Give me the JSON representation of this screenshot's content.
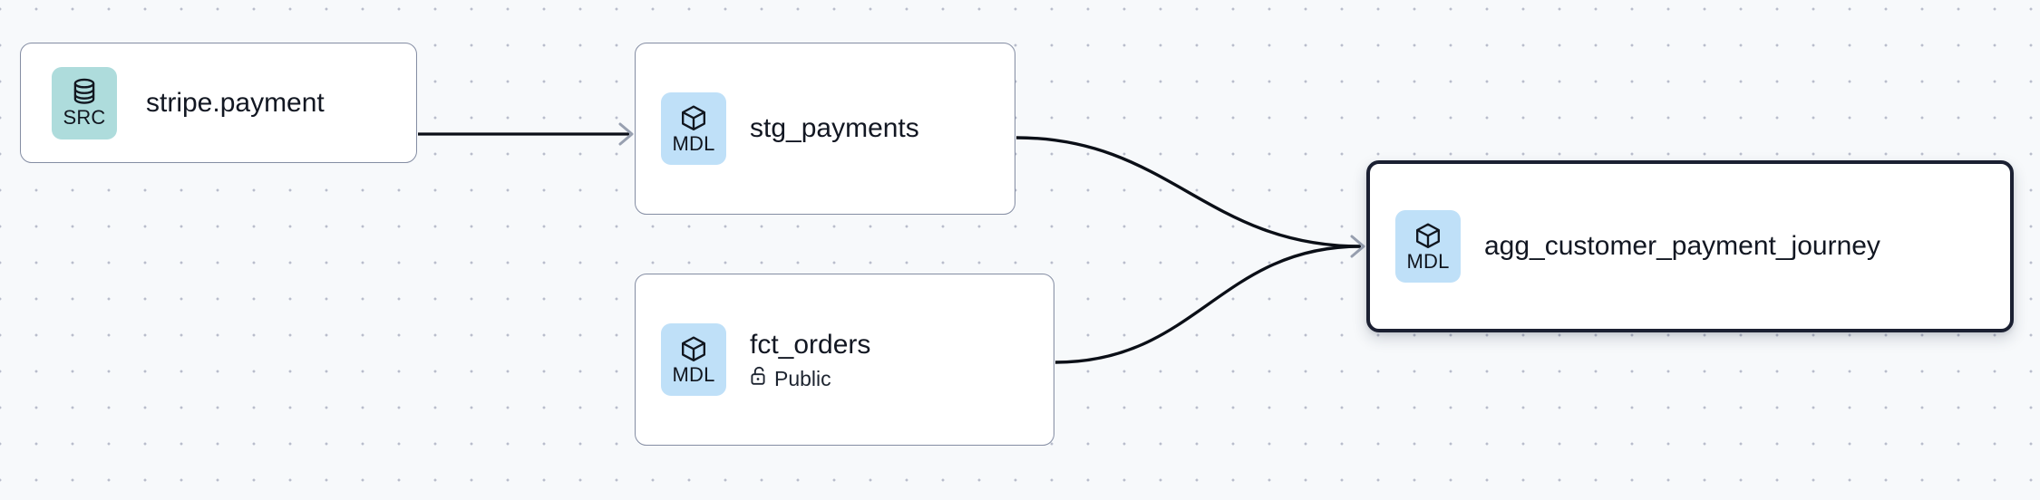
{
  "graph": {
    "type": "lineage-dag",
    "background": "#f7f9fb",
    "grid": "dotted",
    "nodes": [
      {
        "id": "stripe-payment",
        "title": "stripe.payment",
        "badge_label": "SRC",
        "badge_icon": "database-icon",
        "badge_color": "#aedcdc",
        "selected": false,
        "meta": null
      },
      {
        "id": "stg-payments",
        "title": "stg_payments",
        "badge_label": "MDL",
        "badge_icon": "cube-icon",
        "badge_color": "#bfe0f8",
        "selected": false,
        "meta": null
      },
      {
        "id": "fct-orders",
        "title": "fct_orders",
        "badge_label": "MDL",
        "badge_icon": "cube-icon",
        "badge_color": "#bfe0f8",
        "selected": false,
        "meta": {
          "icon": "unlock-icon",
          "label": "Public"
        }
      },
      {
        "id": "agg-customer-payment-journey",
        "title": "agg_customer_payment_journey",
        "badge_label": "MDL",
        "badge_icon": "cube-icon",
        "badge_color": "#bfe0f8",
        "selected": true,
        "meta": null
      }
    ],
    "edges": [
      {
        "from": "stripe-payment",
        "to": "stg-payments",
        "style": "straight",
        "arrow": "chevron"
      },
      {
        "from": "stg-payments",
        "to": "agg-customer-payment-journey",
        "style": "bezier",
        "arrow": "chevron"
      },
      {
        "from": "fct-orders",
        "to": "agg-customer-payment-journey",
        "style": "bezier",
        "arrow": "chevron"
      }
    ],
    "colors": {
      "edge": "#0b0f17",
      "arrow": "#98a0b0",
      "node_border": "#848da3",
      "selected_border": "#1b2032",
      "node_fill": "#ffffff",
      "text": "#121722"
    }
  }
}
